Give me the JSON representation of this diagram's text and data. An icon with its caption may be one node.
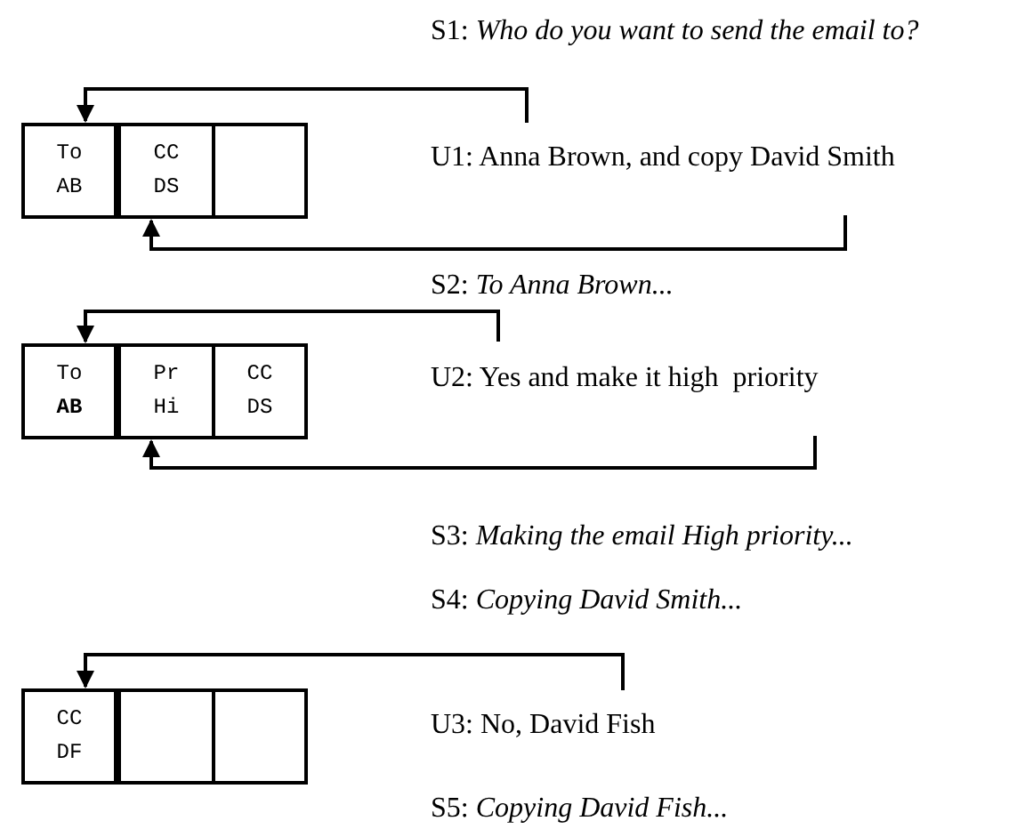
{
  "diagram": {
    "nodes": [
      {
        "text": [
          "To",
          "AB"
        ]
      },
      {
        "text": [
          "CC",
          "DS"
        ]
      },
      {
        "text": [],
        "shape": "box"
      },
      {
        "text": [
          "U1: Anna Brown, and copy David Smith"
        ]
      },
      {
        "text": [
          "To",
          "**AB**"
        ]
      },
      {
        "text": [
          "Pr",
          "Hi"
        ]
      },
      {
        "text": [
          "CC",
          "DS"
        ]
      },
      {
        "text": [
          "U2: Yes and make it high  priority"
        ]
      },
      {
        "text": [
          "CC",
          "DF"
        ]
      },
      {
        "text": [],
        "shape": "box"
      },
      {
        "text": [],
        "shape": "box"
      },
      {
        "text": [
          "U3: No, David Fish"
        ]
      }
    ],
    "edges": [
      {
        "from": 3,
        "to": 0,
        "arrow": "to"
      },
      {
        "from": 3,
        "to": 1,
        "arrow": "to"
      },
      {
        "from": 7,
        "to": 4,
        "arrow": "to"
      },
      {
        "from": 7,
        "to": 5,
        "arrow": "to"
      },
      {
        "from": 11,
        "to": 8,
        "arrow": "to"
      }
    ],
    "labels": [
      "S1: *Who do you want to send the email to?*",
      "S2: *To Anna Brown...*",
      "S3: *Making the email High priority...*",
      "S4: *Copying David Smith...*",
      "S5: *Copying David Fish...*"
    ]
  }
}
